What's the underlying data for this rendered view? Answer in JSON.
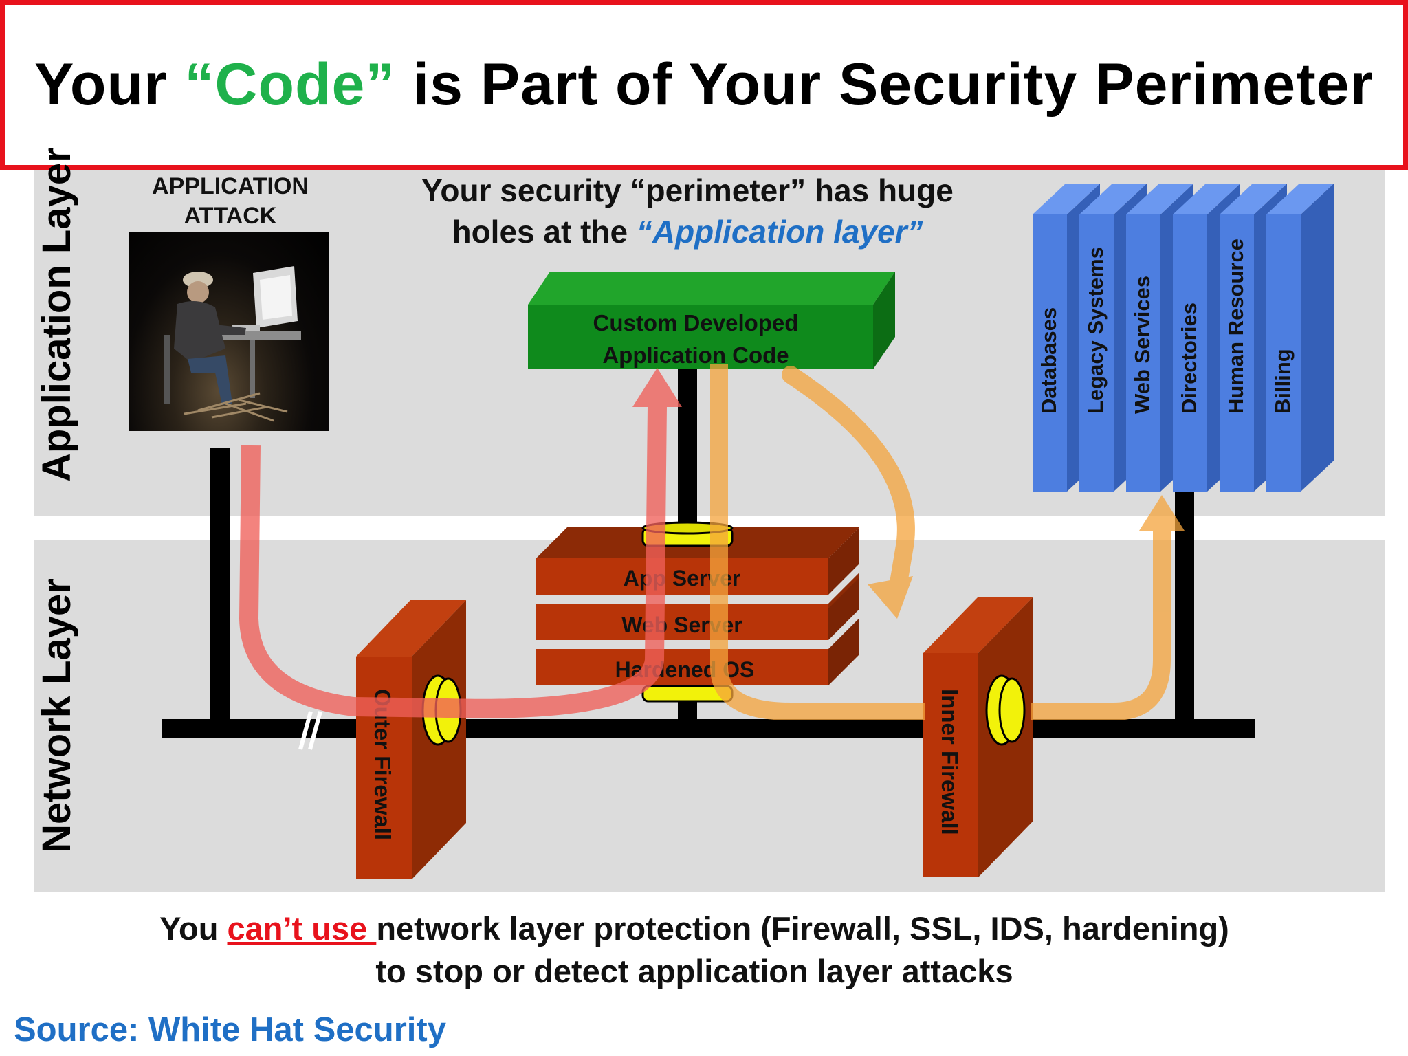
{
  "title": {
    "part1": "Your ",
    "highlight": "“Code”",
    "part2": " is Part of Your Security Perimeter"
  },
  "layers": {
    "application": "Application Layer",
    "network": "Network Layer"
  },
  "attack_label_line1": "APPLICATION",
  "attack_label_line2": "ATTACK",
  "holes": {
    "line1": "Your security “perimeter” has huge",
    "line2_prefix": "holes at the ",
    "line2_highlight": "“Application layer”"
  },
  "custom_code": {
    "line1": "Custom Developed",
    "line2": "Application Code"
  },
  "servers": [
    "App Server",
    "Web Server",
    "Hardened OS"
  ],
  "firewalls": {
    "outer": "Outer Firewall",
    "inner": "Inner Firewall"
  },
  "backend_systems": [
    "Databases",
    "Legacy Systems",
    "Web Services",
    "Directories",
    "Human Resource",
    "Billing"
  ],
  "footer": {
    "line1_prefix": "You ",
    "line1_highlight": "can’t use ",
    "line1_rest": "network layer protection (Firewall, SSL, IDS, hardening)",
    "line2": "to stop or detect application layer attacks"
  },
  "source": "Source: White Hat Security",
  "colors": {
    "title_border": "#e8121c",
    "code_green": "#1fb14b",
    "blue_text": "#1f6fc5",
    "server_red": "#b83408",
    "backend_blue": "#4d7ee0",
    "attack_arrow": "#f0605a",
    "data_arrow": "#f5a43c",
    "ssl_yellow": "#f2f20a"
  },
  "icons": [
    "person-at-computer-photo"
  ]
}
